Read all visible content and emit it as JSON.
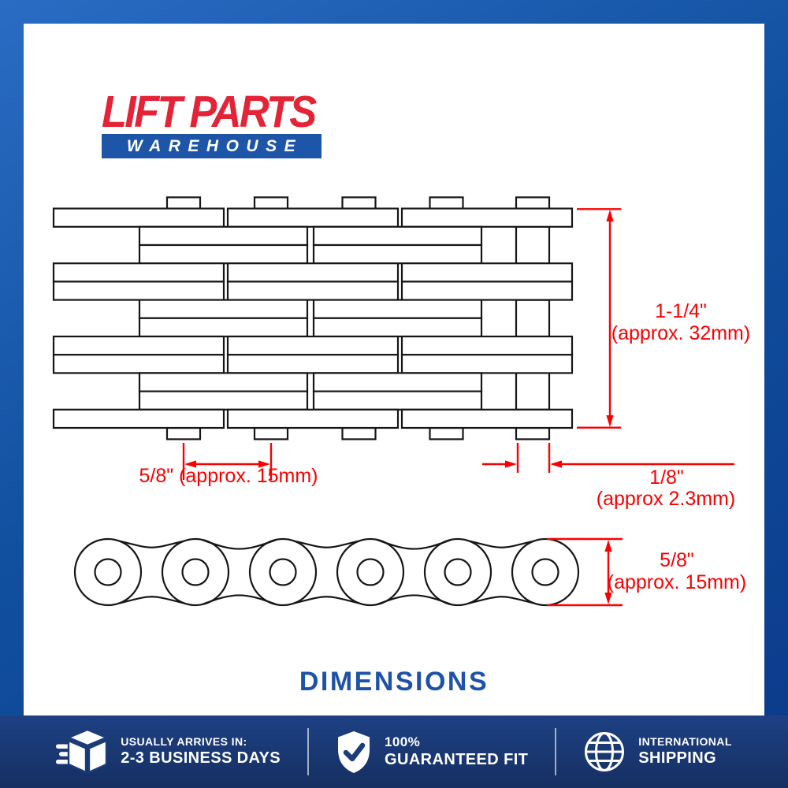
{
  "logo": {
    "line1": "LIFT PARTS",
    "line2": "WAREHOUSE"
  },
  "title": "DIMENSIONS",
  "diagram": {
    "dim_height": {
      "line1": "1-1/4\"",
      "line2": "(approx. 32mm)"
    },
    "dim_pitch": {
      "label": "5/8\" (approx. 15mm)"
    },
    "dim_plate": {
      "line1": "1/8\"",
      "line2": "(approx 2.3mm)"
    },
    "dim_profile": {
      "line1": "5/8\"",
      "line2": "(approx. 15mm)"
    }
  },
  "footer": {
    "shipping": {
      "line1": "USUALLY ARRIVES IN:",
      "line2": "2-3 BUSINESS DAYS"
    },
    "guarantee": {
      "line1": "100%",
      "line2": "GUARANTEED FIT"
    },
    "international": {
      "line1": "INTERNATIONAL",
      "line2": "SHIPPING"
    }
  },
  "colors": {
    "dimension_red": "#fa0000",
    "frame_blue": "#11509f",
    "footer_navy": "#1c3d7a",
    "logo_red": "#e42336",
    "logo_bar_blue": "#1d55a9",
    "title_blue": "#1e52a8"
  }
}
